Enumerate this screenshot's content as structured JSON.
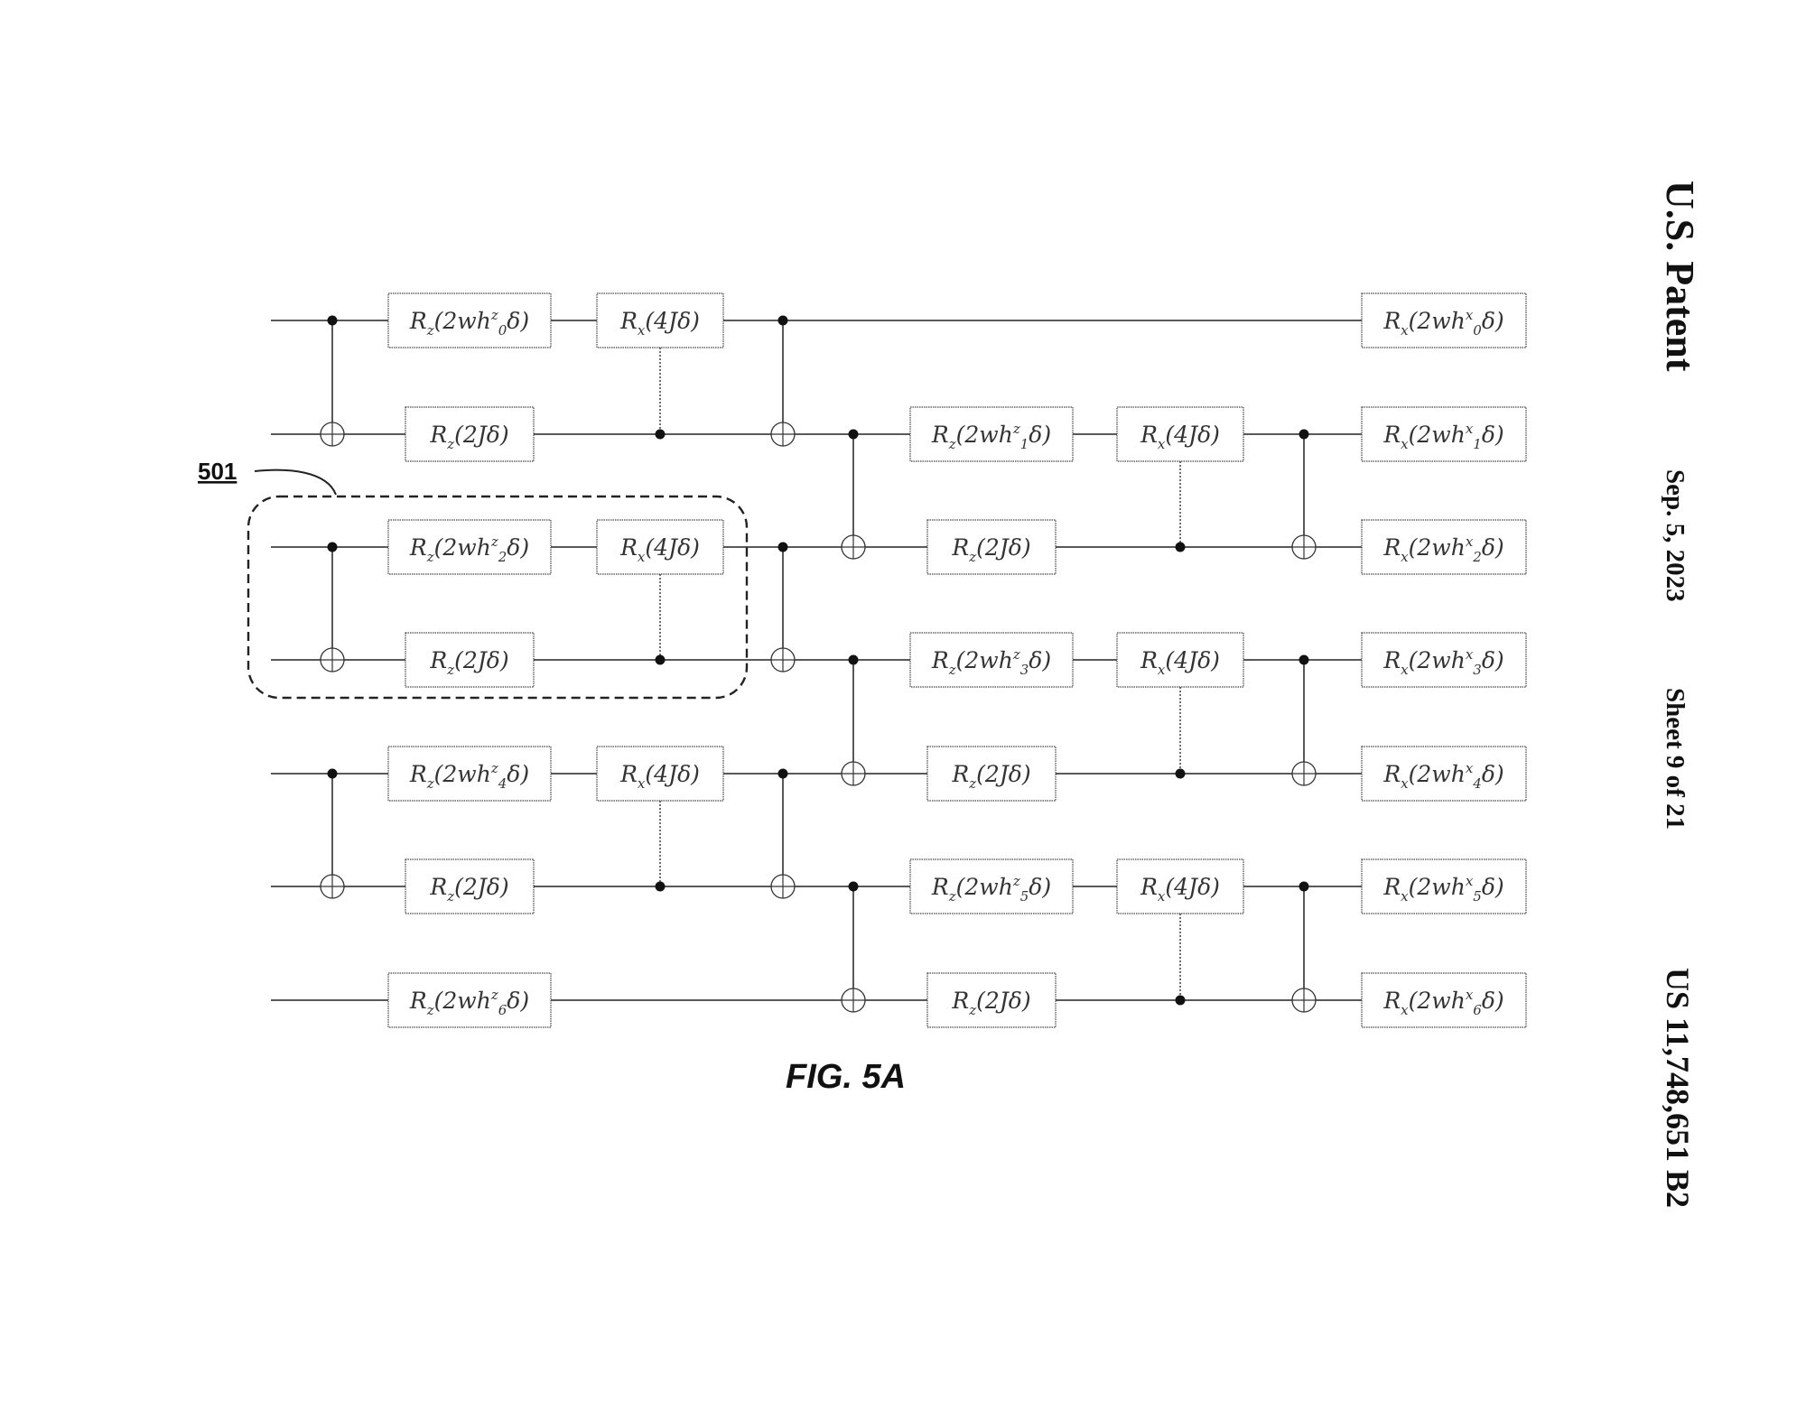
{
  "header": {
    "publisher": "U.S. Patent",
    "date": "Sep. 5, 2023",
    "sheet": "Sheet 9 of 21",
    "patent_number": "US 11,748,651 B2"
  },
  "figure": {
    "caption": "FIG. 5A",
    "reference_label": "501"
  },
  "circuit": {
    "qubit_count": 7,
    "gates": {
      "rz_h": [
        {
          "op": "R",
          "ax": "z",
          "pre": "(2wh",
          "sup": "z",
          "sub": "0",
          "post": "δ)"
        },
        {
          "op": "R",
          "ax": "z",
          "pre": "(2wh",
          "sup": "z",
          "sub": "1",
          "post": "δ)"
        },
        {
          "op": "R",
          "ax": "z",
          "pre": "(2wh",
          "sup": "z",
          "sub": "2",
          "post": "δ)"
        },
        {
          "op": "R",
          "ax": "z",
          "pre": "(2wh",
          "sup": "z",
          "sub": "3",
          "post": "δ)"
        },
        {
          "op": "R",
          "ax": "z",
          "pre": "(2wh",
          "sup": "z",
          "sub": "4",
          "post": "δ)"
        },
        {
          "op": "R",
          "ax": "z",
          "pre": "(2wh",
          "sup": "z",
          "sub": "5",
          "post": "δ)"
        },
        {
          "op": "R",
          "ax": "z",
          "pre": "(2wh",
          "sup": "z",
          "sub": "6",
          "post": "δ)"
        }
      ],
      "rx_h": [
        {
          "op": "R",
          "ax": "x",
          "pre": "(2wh",
          "sup": "x",
          "sub": "0",
          "post": "δ)"
        },
        {
          "op": "R",
          "ax": "x",
          "pre": "(2wh",
          "sup": "x",
          "sub": "1",
          "post": "δ)"
        },
        {
          "op": "R",
          "ax": "x",
          "pre": "(2wh",
          "sup": "x",
          "sub": "2",
          "post": "δ)"
        },
        {
          "op": "R",
          "ax": "x",
          "pre": "(2wh",
          "sup": "x",
          "sub": "3",
          "post": "δ)"
        },
        {
          "op": "R",
          "ax": "x",
          "pre": "(2wh",
          "sup": "x",
          "sub": "4",
          "post": "δ)"
        },
        {
          "op": "R",
          "ax": "x",
          "pre": "(2wh",
          "sup": "x",
          "sub": "5",
          "post": "δ)"
        },
        {
          "op": "R",
          "ax": "x",
          "pre": "(2wh",
          "sup": "x",
          "sub": "6",
          "post": "δ)"
        }
      ],
      "rz_j": {
        "op": "R",
        "ax": "z",
        "pre": "(2Jδ)",
        "sup": "",
        "sub": "",
        "post": ""
      },
      "rx_j": {
        "op": "R",
        "ax": "x",
        "pre": "(4Jδ)",
        "sup": "",
        "sub": "",
        "post": ""
      }
    }
  }
}
